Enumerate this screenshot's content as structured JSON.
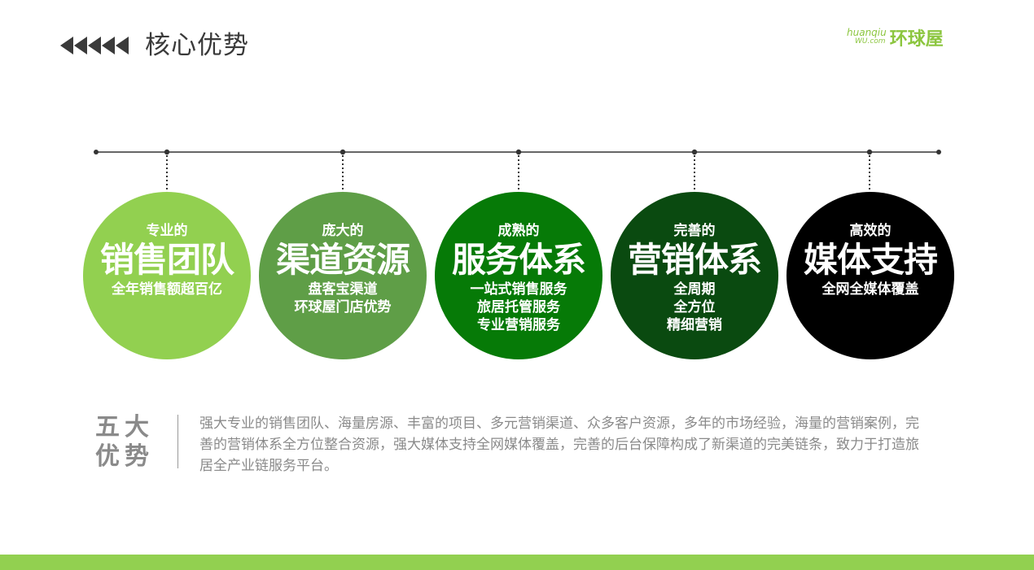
{
  "header": {
    "title": "核心优势"
  },
  "logo": {
    "pinyin": "huanqiu",
    "domain": "WU.com",
    "name": "环球屋"
  },
  "colors": {
    "accent": "#92d050",
    "title": "#3a3a3a",
    "body_text": "#8a8a8a"
  },
  "circles": [
    {
      "small": "专业的",
      "big": "销售团队",
      "lines": [
        "全年销售额超百亿"
      ],
      "color": "#92d050"
    },
    {
      "small": "庞大的",
      "big": "渠道资源",
      "lines": [
        "盘客宝渠道",
        "环球屋门店优势"
      ],
      "color": "#5f9e47"
    },
    {
      "small": "成熟的",
      "big": "服务体系",
      "lines": [
        "一站式销售服务",
        "旅居托管服务",
        "专业营销服务"
      ],
      "color": "#067a07"
    },
    {
      "small": "完善的",
      "big": "营销体系",
      "lines": [
        "全周期",
        "全方位",
        "精细营销"
      ],
      "color": "#0a4a10"
    },
    {
      "small": "高效的",
      "big": "媒体支持",
      "lines": [
        "全网全媒体覆盖"
      ],
      "color": "#000000"
    }
  ],
  "summary": {
    "heading_line1": "五大",
    "heading_line2": "优势",
    "text": "强大专业的销售团队、海量房源、丰富的项目、多元营销渠道、众多客户资源，多年的市场经验，海量的营销案例，完善的营销体系全方位整合资源，强大媒体支持全网媒体覆盖，完善的后台保障构成了新渠道的完美链条，致力于打造旅居全产业链服务平台。"
  }
}
